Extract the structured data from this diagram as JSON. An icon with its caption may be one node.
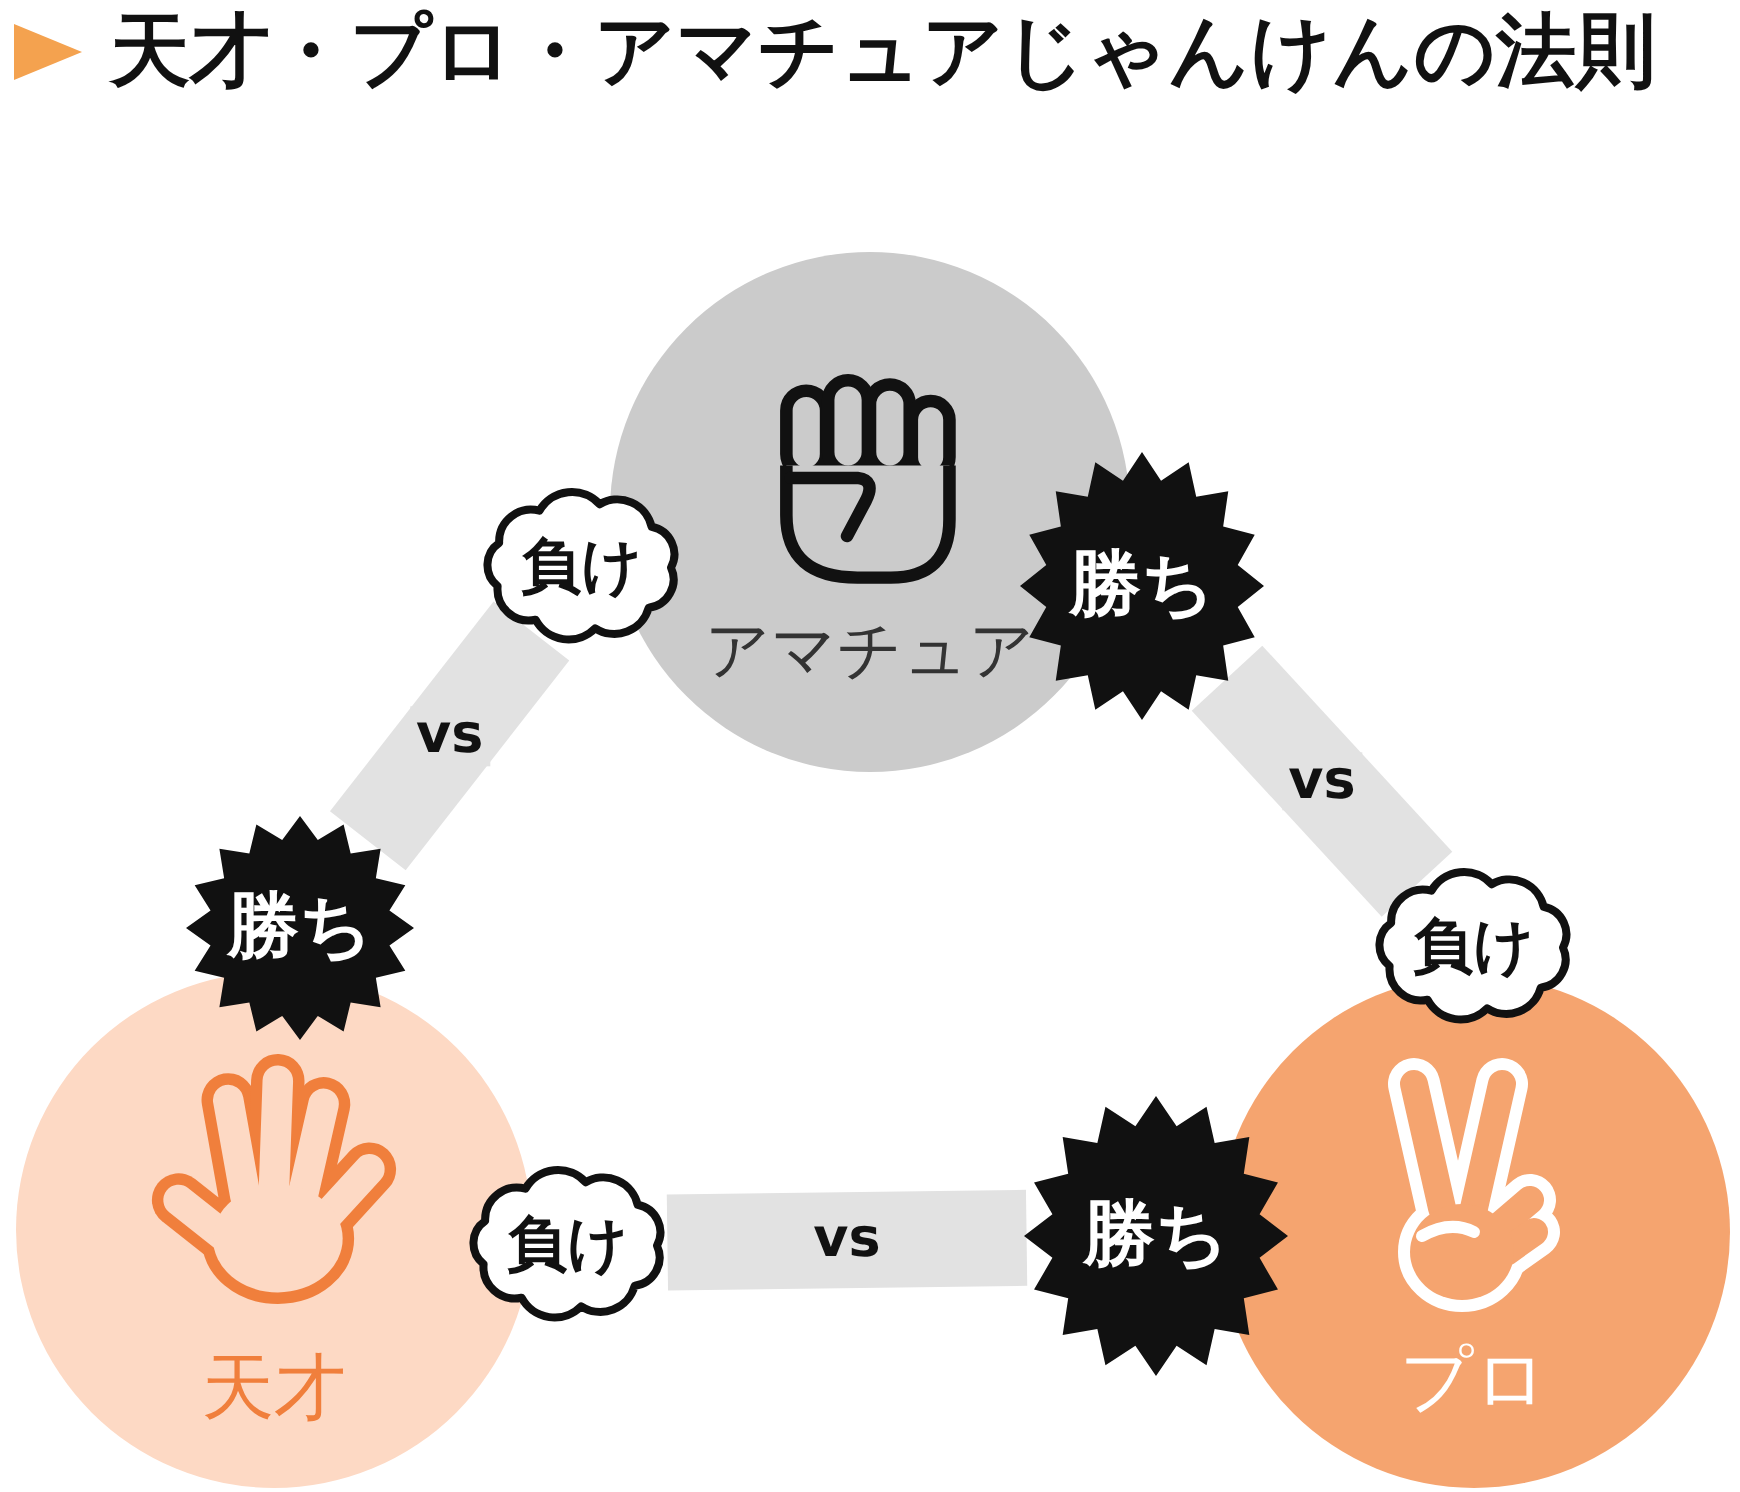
{
  "diagram": {
    "title": "天才・プロ・アマチュアじゃんけんの法則",
    "nodes": [
      {
        "text": [
          "アマチュア"
        ]
      },
      {
        "text": [
          "負け"
        ]
      },
      {
        "text": [
          "勝ち"
        ]
      },
      {
        "text": [
          "勝ち"
        ]
      },
      {
        "text": [
          "負け"
        ]
      },
      {
        "text": [
          "天才"
        ]
      },
      {
        "text": [
          "負け"
        ]
      },
      {
        "text": [
          "勝ち"
        ]
      },
      {
        "text": [
          "プロ"
        ]
      }
    ],
    "edges": [
      {
        "from": 1,
        "to": 3,
        "arrow": "none",
        "label": "vs"
      },
      {
        "from": 2,
        "to": 4,
        "arrow": "none",
        "label": "vs"
      },
      {
        "from": 6,
        "to": 7,
        "arrow": "none",
        "label": "vs"
      }
    ]
  }
}
